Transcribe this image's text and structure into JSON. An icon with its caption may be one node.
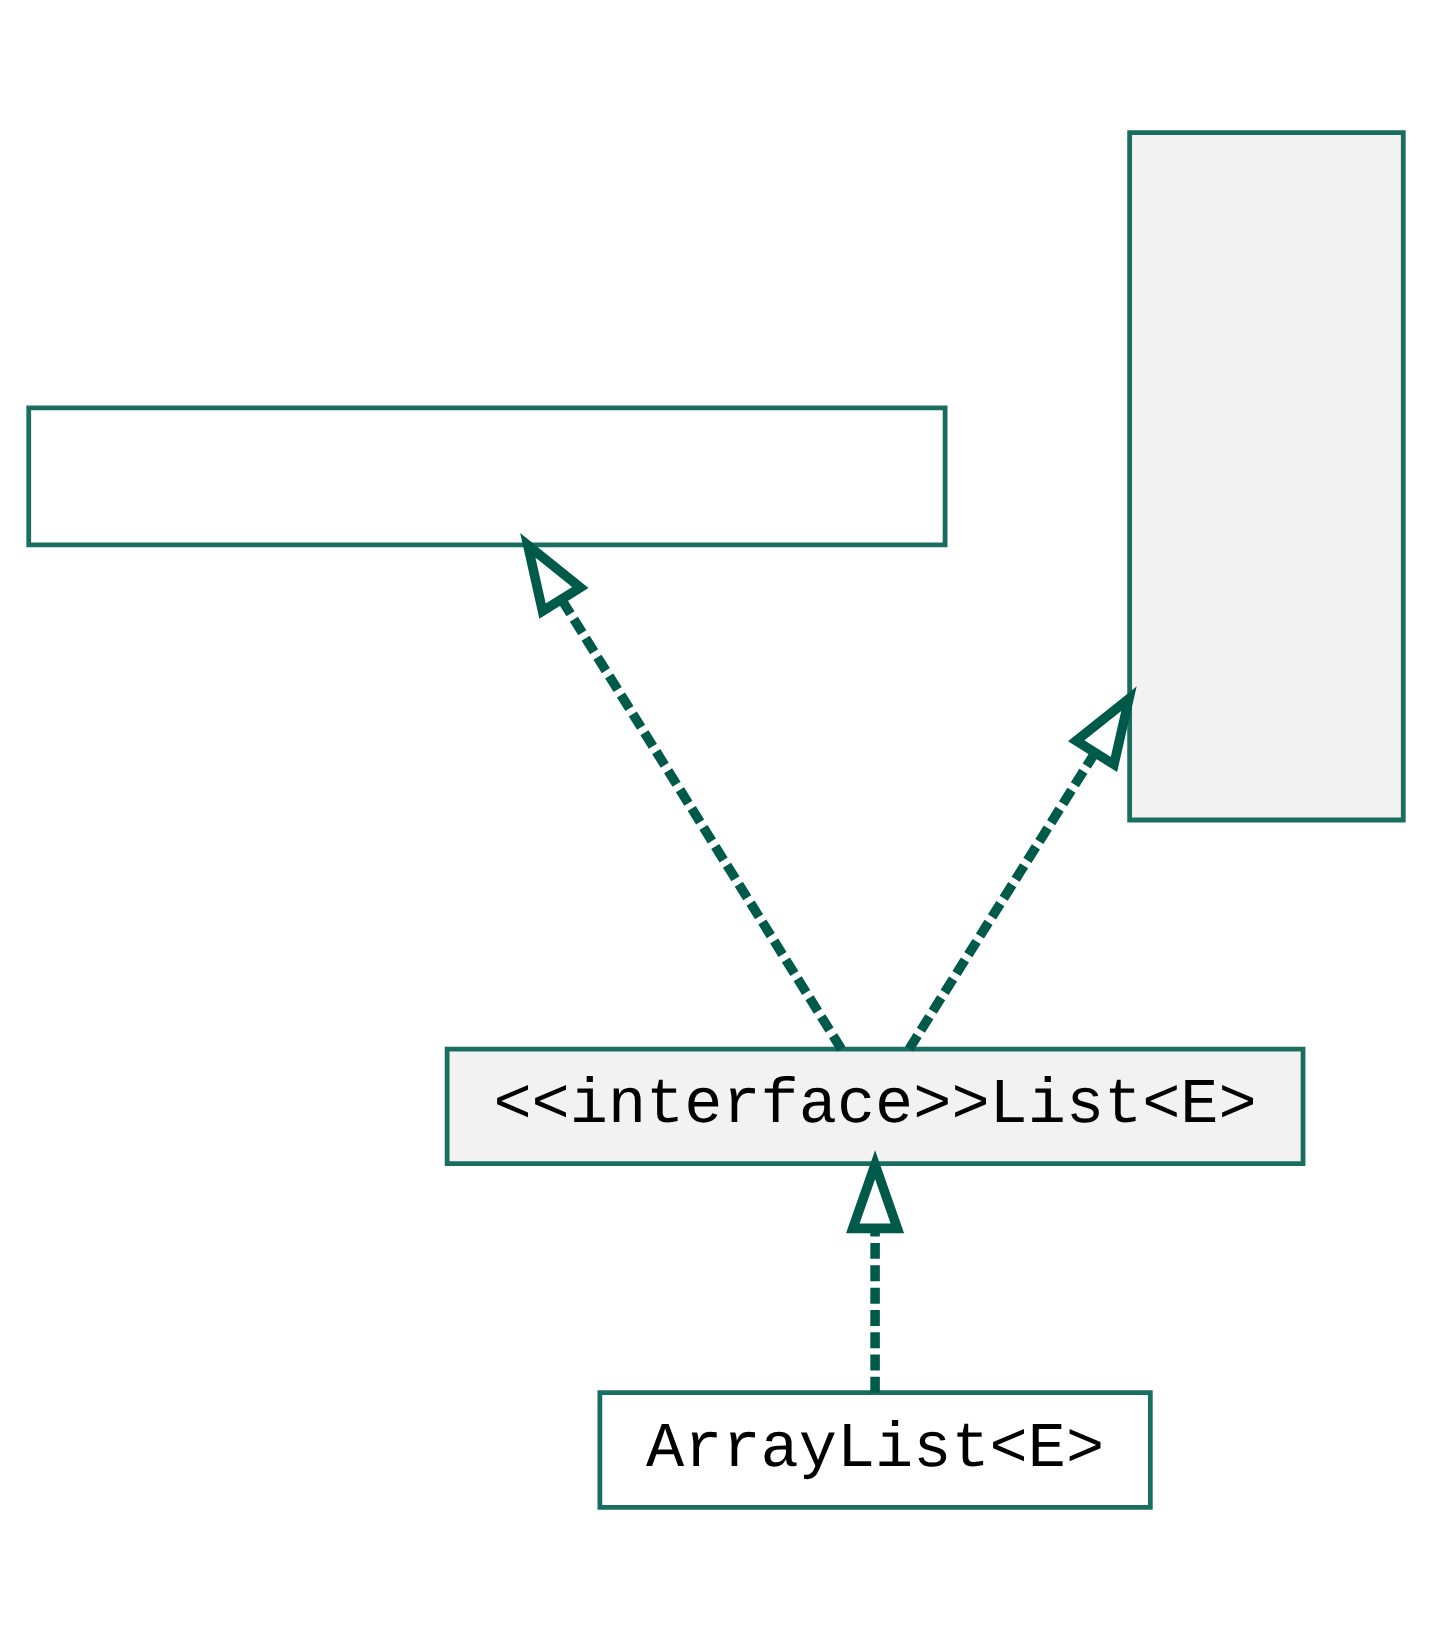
{
  "diagram": {
    "nodes": [
      {
        "text": [],
        "shape": "box"
      },
      {
        "text": [],
        "shape": "box"
      },
      {
        "text": [
          "<<interface>>List<E>"
        ]
      },
      {
        "text": [
          "ArrayList<E>"
        ]
      }
    ],
    "edges": [
      {
        "from": 2,
        "to": 0,
        "arrow": "to",
        "style": "dashed"
      },
      {
        "from": 2,
        "to": 1,
        "arrow": "to",
        "style": "dashed"
      },
      {
        "from": 3,
        "to": 2,
        "arrow": "to",
        "style": "dashed"
      }
    ]
  }
}
